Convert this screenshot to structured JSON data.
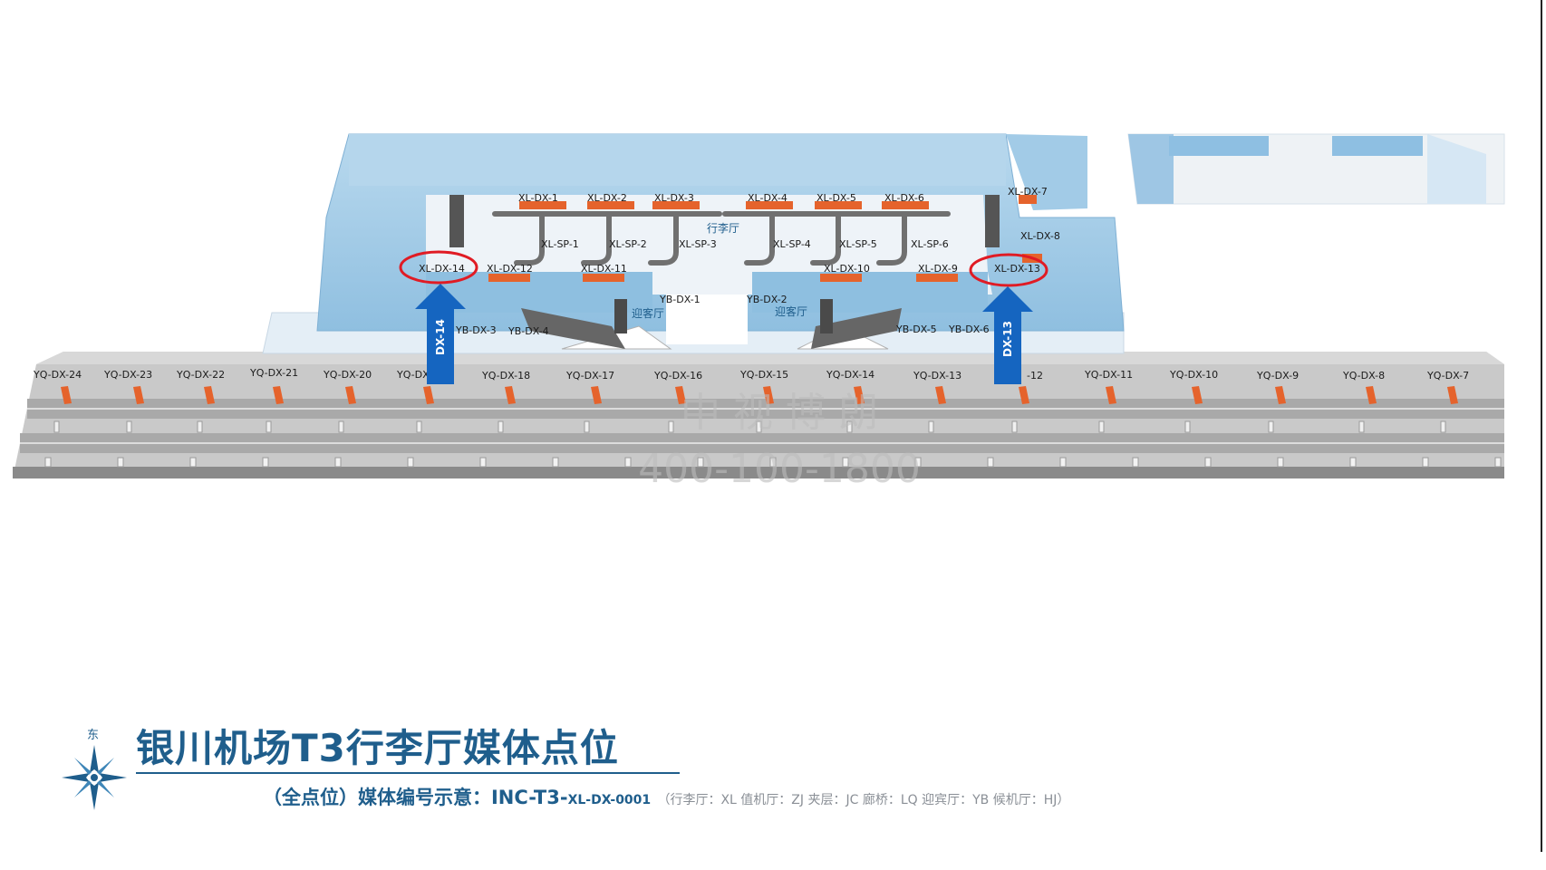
{
  "title": {
    "main": "银川机场T3行李厅媒体点位",
    "sub_prefix": "（全点位）媒体编号示意：INC-T3-",
    "sub_code": "XL-DX-0001",
    "legend": "（行李厅：XL   值机厅：ZJ   夹层：JC   廊桥：LQ   迎宾厅：YB   候机厅：HJ）"
  },
  "compass": {
    "label": "东"
  },
  "watermark": {
    "name": "中 视 博 朗",
    "phone": "400-100-1800"
  },
  "halls": {
    "baggage": "行李厅",
    "arrival_left": "迎客厅",
    "arrival_right": "迎客厅"
  },
  "arrows": [
    {
      "label": "DX-14"
    },
    {
      "label": "DX-13"
    }
  ],
  "colors": {
    "building": "#a9cde6",
    "orange": "#e5632c",
    "road": "#c9c9c9",
    "title": "#1f5e8c",
    "arrow": "#1565c0",
    "highlight": "#e01b24"
  },
  "media_labels": {
    "xl_dx": [
      "XL-DX-1",
      "XL-DX-2",
      "XL-DX-3",
      "XL-DX-4",
      "XL-DX-5",
      "XL-DX-6",
      "XL-DX-7",
      "XL-DX-8",
      "XL-DX-9",
      "XL-DX-10",
      "XL-DX-11",
      "XL-DX-12",
      "XL-DX-13",
      "XL-DX-14"
    ],
    "xl_sp": [
      "XL-SP-1",
      "XL-SP-2",
      "XL-SP-3",
      "XL-SP-4",
      "XL-SP-5",
      "XL-SP-6"
    ],
    "yb_dx": [
      "YB-DX-1",
      "YB-DX-2",
      "YB-DX-3",
      "YB-DX-4",
      "YB-DX-5",
      "YB-DX-6"
    ],
    "yq_dx": [
      "YQ-DX-24",
      "YQ-DX-23",
      "YQ-DX-22",
      "YQ-DX-21",
      "YQ-DX-20",
      "YQ-DX",
      "YQ-DX-18",
      "YQ-DX-17",
      "YQ-DX-16",
      "YQ-DX-15",
      "YQ-DX-14",
      "YQ-DX-13",
      "-12",
      "YQ-DX-11",
      "YQ-DX-10",
      "YQ-DX-9",
      "YQ-DX-8",
      "YQ-DX-7"
    ]
  }
}
